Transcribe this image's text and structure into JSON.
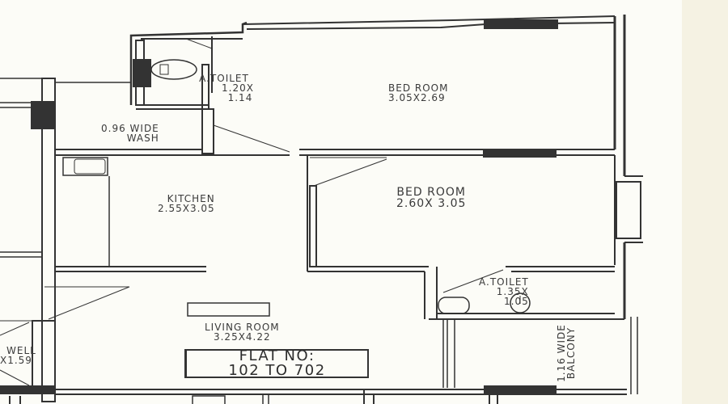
{
  "floor_plan": {
    "rooms": [
      {
        "id": "toilet_1",
        "name": "A.TOILET",
        "dim_line1": "1.20X",
        "dim_line2": "1.14"
      },
      {
        "id": "bedroom_1",
        "name": "BED ROOM",
        "dimensions": "3.05X2.69"
      },
      {
        "id": "wash",
        "name_line1": "0.96 WIDE",
        "name_line2": "WASH"
      },
      {
        "id": "kitchen",
        "name": "KITCHEN",
        "dimensions": "2.55X3.05"
      },
      {
        "id": "bedroom_2",
        "name": "BED ROOM",
        "dimensions": "2.60X 3.05"
      },
      {
        "id": "toilet_2",
        "name": "A.TOILET",
        "dim_line1": "1.35X",
        "dim_line2": "1.05"
      },
      {
        "id": "living",
        "name": "LIVING ROOM",
        "dimensions": "3.25X4.22"
      },
      {
        "id": "balcony",
        "name_line1": "1.16 WIDE",
        "name_line2": "BALCONY"
      },
      {
        "id": "well",
        "name": "WELL",
        "dimensions": "X1.59"
      }
    ],
    "flat_label": {
      "line1": "FLAT NO:",
      "line2": "102 TO 702"
    },
    "colors": {
      "wall": "#333333",
      "background": "#fcfcf7",
      "side_panel": "#f5f2e3",
      "text": "#3a3a3a"
    }
  }
}
